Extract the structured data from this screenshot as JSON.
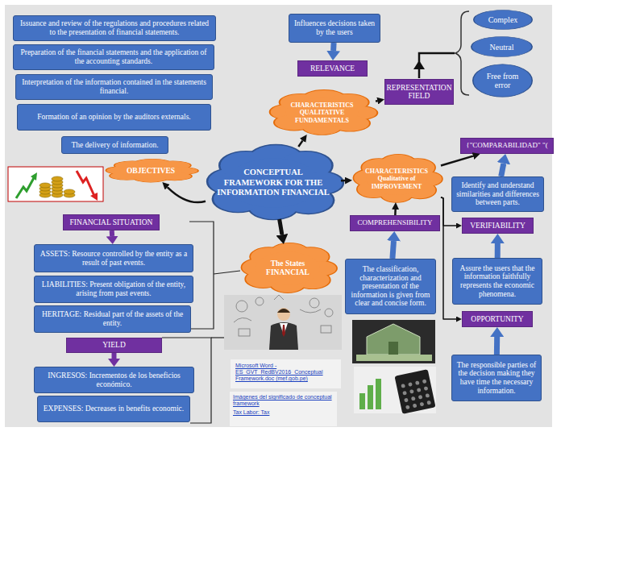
{
  "diagram": {
    "nodes": [
      {
        "text": [
          "Issuance and review of the regulations and procedures related to the presentation of financial statements."
        ]
      },
      {
        "text": [
          "Preparation of the financial statements and the application of the accounting standards."
        ]
      },
      {
        "text": [
          "Interpretation of the information contained in the statements financial."
        ]
      },
      {
        "text": [
          "Formation of an opinion by the auditors externals."
        ]
      },
      {
        "text": [
          "The delivery of information."
        ]
      },
      {
        "text": [
          "OBJECTIVES"
        ]
      },
      {
        "text": [
          "Influences decisions taken by the users"
        ]
      },
      {
        "text": [
          "RELEVANCE"
        ]
      },
      {
        "text": [
          "REPRESENTATION FIELD"
        ]
      },
      {
        "text": [
          "Complex"
        ]
      },
      {
        "text": [
          "Neutral"
        ]
      },
      {
        "text": [
          "Free from error"
        ]
      },
      {
        "text": [
          "CHARACTERISTICS QUALITATIVE FUNDAMENTALS"
        ]
      },
      {
        "text": [
          "CONCEPTUAL FRAMEWORK FOR THE INFORMATION FINANCIAL"
        ]
      },
      {
        "text": [
          "CHARACTERISTICS Qualitative of IMPROVEMENT"
        ]
      },
      {
        "text": [
          "{\"COMPARABILIDAD\" \"("
        ]
      },
      {
        "text": [
          "Identify and understand similarities and differences between parts."
        ]
      },
      {
        "text": [
          "VERIFIABILITY"
        ]
      },
      {
        "text": [
          "COMPREHENSIBILITY"
        ]
      },
      {
        "text": [
          "Assure the users that the information faithfully represents the economic phenomena."
        ]
      },
      {
        "text": [
          "The classification, characterization and presentation of the information is given from clear and concise form."
        ]
      },
      {
        "text": [
          "OPPORTUNITY"
        ]
      },
      {
        "text": [
          "The responsible parties of the decision making they have time the necessary information."
        ]
      },
      {
        "text": [
          "FINANCIAL SITUATION"
        ]
      },
      {
        "text": [
          "ASSETS: Resource controlled by the entity as a result of past events."
        ]
      },
      {
        "text": [
          "LIABILITIES: Present obligation of the entity, arising from past events."
        ]
      },
      {
        "text": [
          "HERITAGE: Residual part of the assets of the entity."
        ]
      },
      {
        "text": [
          "The States FINANCIAL"
        ]
      },
      {
        "text": [
          "YIELD"
        ]
      },
      {
        "text": [
          "INGRESOS: Incrementos de los beneficios económico."
        ]
      },
      {
        "text": [
          "EXPENSES: Decreases in benefits economic."
        ]
      }
    ],
    "edges": [
      {
        "from": 13,
        "to": 5,
        "arrow": "to"
      },
      {
        "from": 13,
        "to": 12,
        "arrow": "to"
      },
      {
        "from": 6,
        "to": 7,
        "arrow": "to"
      },
      {
        "from": 12,
        "to": 8,
        "arrow": "to"
      },
      {
        "from": 13,
        "to": 14,
        "arrow": "to"
      },
      {
        "from": 14,
        "to": 15,
        "arrow": "to"
      },
      {
        "from": 16,
        "to": 15,
        "arrow": "to"
      },
      {
        "from": 14,
        "to": 17,
        "arrow": "to"
      },
      {
        "from": 14,
        "to": 21,
        "arrow": "to"
      },
      {
        "from": 18,
        "to": 14,
        "arrow": "to"
      },
      {
        "from": 20,
        "to": 18,
        "arrow": "to"
      },
      {
        "from": 19,
        "to": 17,
        "arrow": "to"
      },
      {
        "from": 22,
        "to": 21,
        "arrow": "to"
      },
      {
        "from": 13,
        "to": 27,
        "arrow": "to"
      },
      {
        "from": 23,
        "to": 24,
        "arrow": "to"
      },
      {
        "from": 28,
        "to": 29,
        "arrow": "to"
      }
    ],
    "labels": [
      "Microsoft Word - ES_GVT_RedBV2016_Conceptual Framework.doc (mef.gob.pe)",
      "Imágenes del significado de conceptual framework",
      "Tax Labor: Tax"
    ]
  }
}
